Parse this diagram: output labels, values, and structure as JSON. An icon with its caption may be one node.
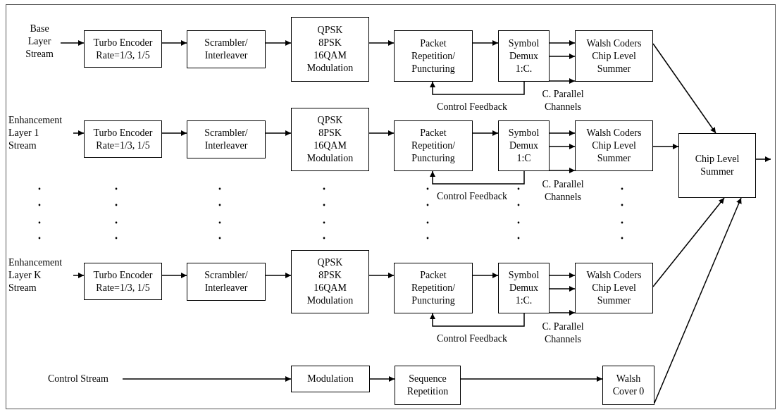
{
  "diagram": {
    "nodes": [
      {
        "text": [
          "Base Layer Stream"
        ]
      },
      {
        "text": [
          "Turbo Encoder Rate=1/3, 1/5"
        ]
      },
      {
        "text": [
          "Scrambler/ Interleaver"
        ]
      },
      {
        "text": [
          "QPSK 8PSK 16QAM Modulation"
        ]
      },
      {
        "text": [
          "Packet Repetition/ Puncturing"
        ]
      },
      {
        "text": [
          "Symbol Demux 1:C."
        ]
      },
      {
        "text": [
          "Walsh Coders Chip Level Summer"
        ]
      },
      {
        "text": [
          "Enhancement Layer 1 Stream"
        ]
      },
      {
        "text": [
          "Turbo Encoder Rate=1/3, 1/5"
        ]
      },
      {
        "text": [
          "Scrambler/ Interleaver"
        ]
      },
      {
        "text": [
          "QPSK 8PSK 16QAM Modulation"
        ]
      },
      {
        "text": [
          "Packet Repetition/ Puncturing"
        ]
      },
      {
        "text": [
          "Symbol Demux 1:C"
        ]
      },
      {
        "text": [
          "Walsh Coders Chip Level Summer"
        ]
      },
      {
        "text": [
          "Enhancement Layer K Stream"
        ]
      },
      {
        "text": [
          "Turbo Encoder Rate=1/3, 1/5"
        ]
      },
      {
        "text": [
          "Scrambler/ Interleaver"
        ]
      },
      {
        "text": [
          "QPSK 8PSK 16QAM Modulation"
        ]
      },
      {
        "text": [
          "Packet Repetition/ Puncturing"
        ]
      },
      {
        "text": [
          "Symbol Demux 1:C."
        ]
      },
      {
        "text": [
          "Walsh Coders Chip Level Summer"
        ]
      },
      {
        "text": [
          "Chip Level Summer"
        ]
      },
      {
        "text": [
          "Control Stream"
        ]
      },
      {
        "text": [
          "Modulation"
        ]
      },
      {
        "text": [
          "Sequence Repetition"
        ]
      },
      {
        "text": [
          "Walsh Cover 0"
        ]
      }
    ],
    "edges": [
      {
        "from": 0,
        "to": 1,
        "arrow": "to"
      },
      {
        "from": 1,
        "to": 2,
        "arrow": "to"
      },
      {
        "from": 2,
        "to": 3,
        "arrow": "to"
      },
      {
        "from": 3,
        "to": 4,
        "arrow": "to"
      },
      {
        "from": 4,
        "to": 5,
        "arrow": "to"
      },
      {
        "from": 5,
        "to": 6,
        "arrow": "to"
      },
      {
        "from": 5,
        "to": 6,
        "arrow": "to"
      },
      {
        "from": 5,
        "to": 6,
        "arrow": "to"
      },
      {
        "from": 5,
        "to": 4,
        "arrow": "to",
        "label": "Control Feedback"
      },
      {
        "from": 6,
        "to": 21,
        "arrow": "to"
      },
      {
        "from": 7,
        "to": 8,
        "arrow": "to"
      },
      {
        "from": 8,
        "to": 9,
        "arrow": "to"
      },
      {
        "from": 9,
        "to": 10,
        "arrow": "to"
      },
      {
        "from": 10,
        "to": 11,
        "arrow": "to"
      },
      {
        "from": 11,
        "to": 12,
        "arrow": "to"
      },
      {
        "from": 12,
        "to": 13,
        "arrow": "to"
      },
      {
        "from": 12,
        "to": 13,
        "arrow": "to"
      },
      {
        "from": 12,
        "to": 13,
        "arrow": "to"
      },
      {
        "from": 12,
        "to": 11,
        "arrow": "to",
        "label": "Control Feedback"
      },
      {
        "from": 13,
        "to": 21,
        "arrow": "to"
      },
      {
        "from": 14,
        "to": 15,
        "arrow": "to"
      },
      {
        "from": 15,
        "to": 16,
        "arrow": "to"
      },
      {
        "from": 16,
        "to": 17,
        "arrow": "to"
      },
      {
        "from": 17,
        "to": 18,
        "arrow": "to"
      },
      {
        "from": 18,
        "to": 19,
        "arrow": "to"
      },
      {
        "from": 19,
        "to": 20,
        "arrow": "to"
      },
      {
        "from": 19,
        "to": 20,
        "arrow": "to"
      },
      {
        "from": 19,
        "to": 20,
        "arrow": "to"
      },
      {
        "from": 19,
        "to": 18,
        "arrow": "to",
        "label": "Control Feedback"
      },
      {
        "from": 20,
        "to": 21,
        "arrow": "to"
      },
      {
        "from": 22,
        "to": 23,
        "arrow": "to"
      },
      {
        "from": 23,
        "to": 24,
        "arrow": "to"
      },
      {
        "from": 24,
        "to": 25,
        "arrow": "to"
      },
      {
        "from": 25,
        "to": 21,
        "arrow": "to"
      },
      {
        "from": 21,
        "to": null,
        "arrow": "to"
      }
    ],
    "labels": [
      "C. Parallel Channels",
      "C. Parallel Channels",
      "C. Parallel Channels"
    ]
  }
}
